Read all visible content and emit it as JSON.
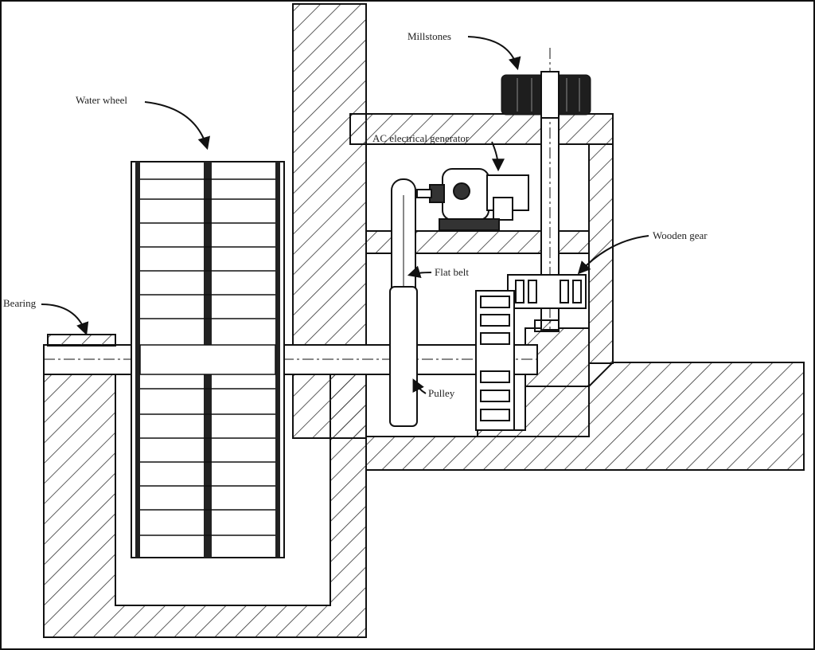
{
  "labels": {
    "millstones": "Millstones",
    "water_wheel": "Water wheel",
    "generator": "AC electrical generator",
    "wooden_gear": "Wooden gear",
    "flat_belt": "Flat belt",
    "bearing": "Bearing",
    "pulley": "Pulley"
  },
  "colors": {
    "line": "#1a1a1a",
    "dark": "#222222",
    "background": "#ffffff"
  }
}
